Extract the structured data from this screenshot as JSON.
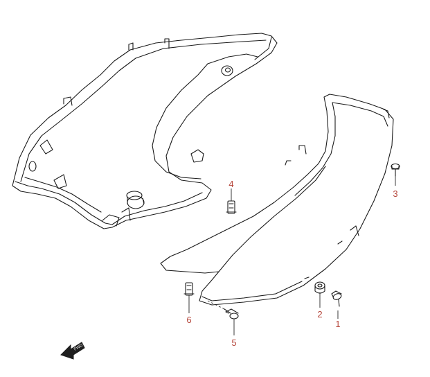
{
  "diagram": {
    "callouts": [
      {
        "id": "1",
        "label": "1"
      },
      {
        "id": "2",
        "label": "2"
      },
      {
        "id": "3",
        "label": "3"
      },
      {
        "id": "4",
        "label": "4"
      },
      {
        "id": "5",
        "label": "5"
      },
      {
        "id": "6",
        "label": "6"
      }
    ],
    "fwd_arrow": {
      "label": "FWD"
    },
    "callout_color": "#b5453a",
    "line_color": "#1a1a1a"
  }
}
